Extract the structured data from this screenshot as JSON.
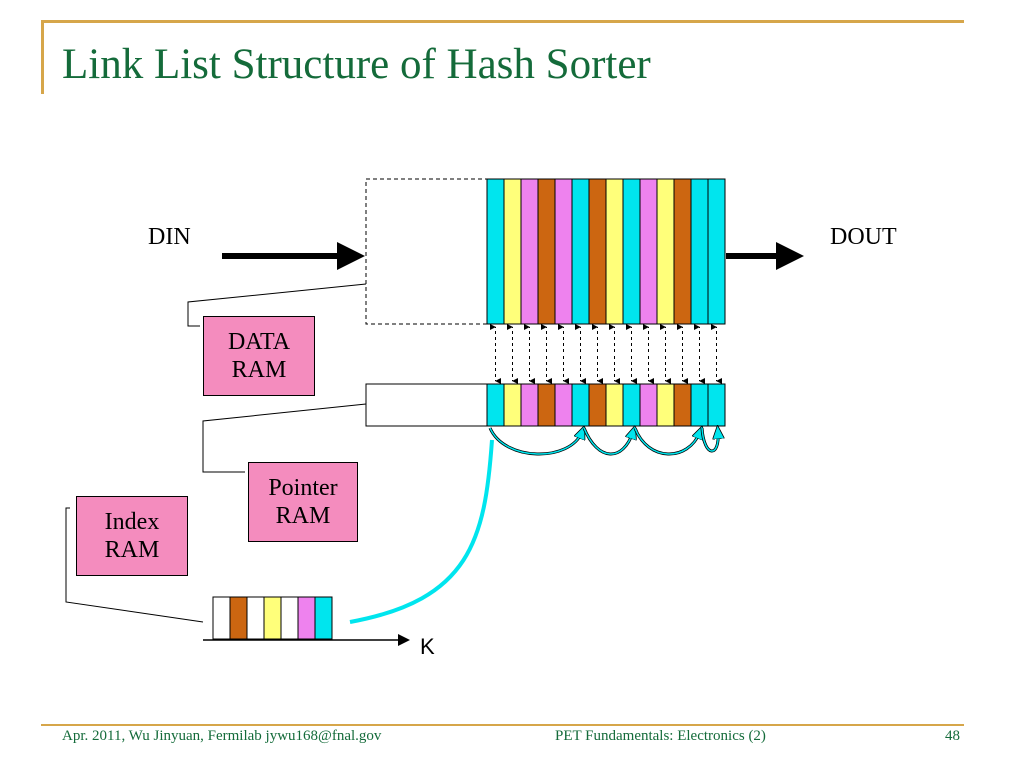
{
  "slide": {
    "title": "Link List Structure of Hash Sorter"
  },
  "diagram": {
    "din_label": "DIN",
    "dout_label": "DOUT",
    "data_ram": [
      "DATA",
      "RAM"
    ],
    "pointer_ram": [
      "Pointer",
      "RAM"
    ],
    "index_ram": [
      "Index",
      "RAM"
    ],
    "k_label": "K"
  },
  "colors": {
    "cyan": "#00e5ee",
    "yellow": "#ffff7a",
    "violet": "#ee82ee",
    "brown": "#cc6611",
    "white": "#ffffff",
    "pink": "#f48cbe",
    "title_green": "#146b3a",
    "accent_gold": "#d6a64a"
  },
  "memory": {
    "data_cells": [
      "cyan",
      "yellow",
      "violet",
      "brown",
      "violet",
      "cyan",
      "brown",
      "yellow",
      "cyan",
      "violet",
      "yellow",
      "brown",
      "cyan",
      "cyan"
    ],
    "pointer_cells": [
      "cyan",
      "yellow",
      "violet",
      "brown",
      "violet",
      "cyan",
      "brown",
      "yellow",
      "cyan",
      "violet",
      "yellow",
      "brown",
      "cyan",
      "cyan"
    ],
    "index_cells": [
      "white",
      "brown",
      "white",
      "yellow",
      "white",
      "violet",
      "cyan"
    ]
  },
  "footer": {
    "left": "Apr. 2011, Wu Jinyuan, Fermilab jywu168@fnal.gov",
    "center": "PET Fundamentals: Electronics (2)",
    "page_number": "48"
  }
}
